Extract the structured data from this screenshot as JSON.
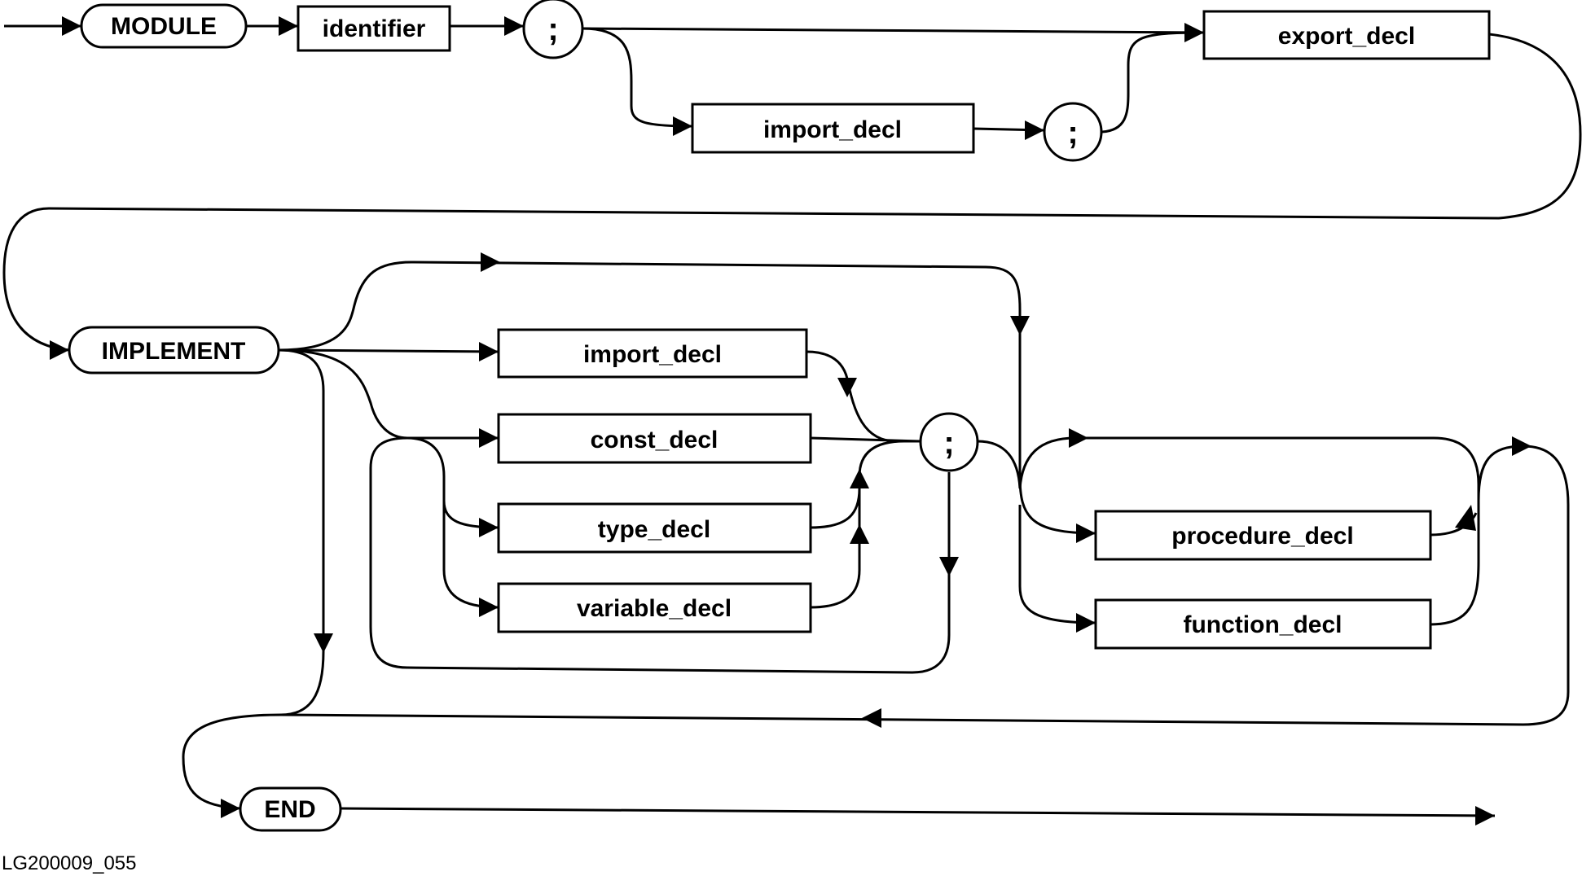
{
  "terminals": {
    "module": "MODULE",
    "implement": "IMPLEMENT",
    "end": "END",
    "semicolon": ";"
  },
  "nonterminals": {
    "identifier": "identifier",
    "import_decl": "import_decl",
    "export_decl": "export_decl",
    "const_decl": "const_decl",
    "type_decl": "type_decl",
    "variable_decl": "variable_decl",
    "procedure_decl": "procedure_decl",
    "function_decl": "function_decl"
  },
  "figure_id": "LG200009_055"
}
